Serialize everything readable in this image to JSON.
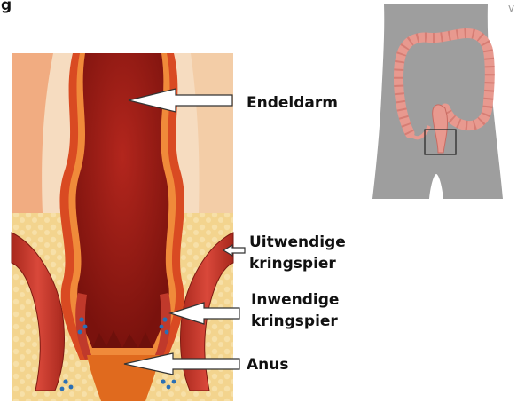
{
  "partial_heading": "g",
  "partial_inset_mark": "v",
  "labels": {
    "rectum": "Endeldarm",
    "external_sphincter_line1": "Uitwendige",
    "external_sphincter_line2": "kringspier",
    "internal_sphincter_line1": "Inwendige",
    "internal_sphincter_line2": "kringspier",
    "anus": "Anus"
  },
  "colors": {
    "fat_tissue": "#f3d48e",
    "muscle": "#c0392b",
    "lumen": "#8e1a14",
    "inset_body": "#9e9e9e",
    "colon": "#e8998f",
    "arrow_fill": "#ffffff",
    "arrow_stroke": "#333333"
  }
}
